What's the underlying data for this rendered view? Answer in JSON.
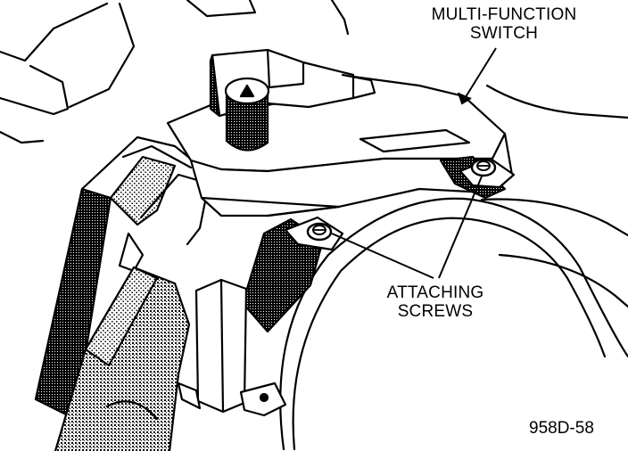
{
  "labels": {
    "multi_function_switch": [
      "MULTI-FUNCTION",
      "SWITCH"
    ],
    "attaching_screws": [
      "ATTACHING",
      "SCREWS"
    ]
  },
  "figure_id": "958D-58"
}
